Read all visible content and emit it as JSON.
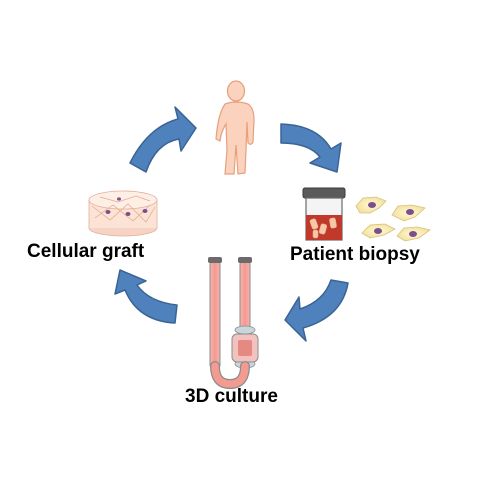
{
  "labels": {
    "cellular_graft": "Cellular graft",
    "patient_biopsy": "Patient biopsy",
    "culture_3d": "3D culture"
  },
  "icons": {
    "person": "person-silhouette-icon",
    "biopsy_jar": "specimen-jar-icon",
    "cells": "cells-icon",
    "bioreactor": "bioreactor-icon",
    "graft": "graft-scaffold-icon"
  },
  "colors": {
    "arrow_fill": "#4f81bd",
    "arrow_stroke": "#3a6494",
    "person_fill": "#fbd2bd",
    "person_stroke": "#e6a07c",
    "jar_cap": "#5a5a5a",
    "jar_liquid": "#c0392b",
    "tube_fill": "#f5a7a0",
    "tube_stroke": "#8c8c8c"
  }
}
